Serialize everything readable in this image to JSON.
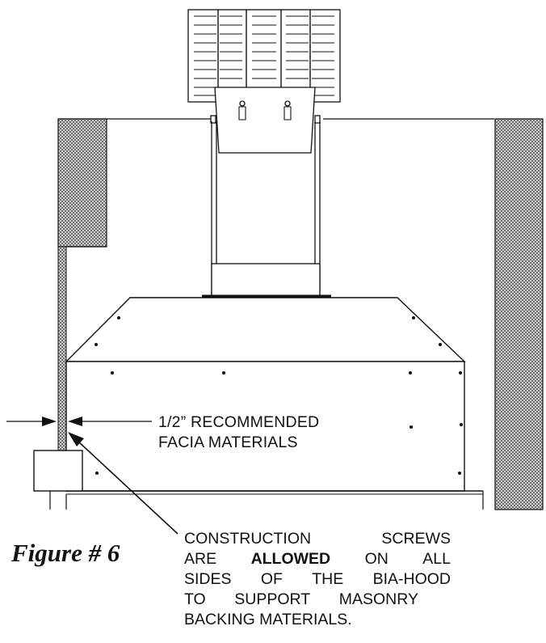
{
  "figure_label": "Figure # 6",
  "facia_note": {
    "line1": "1/2” RECOMMENDED",
    "line2": "FACIA MATERIALS"
  },
  "construction_note": {
    "line1_words": [
      "CONSTRUCTION",
      "SCREWS"
    ],
    "line2_words": [
      "ARE",
      "ALLOWED",
      "ON",
      "ALL"
    ],
    "line2_emphasis": "ALLOWED",
    "line3_words": [
      "SIDES",
      "OF",
      "THE",
      "BIA-HOOD"
    ],
    "line4_words": [
      "TO",
      "SUPPORT",
      "MASONRY"
    ],
    "line5": "BACKING MATERIALS."
  },
  "colors": {
    "line": "#111111",
    "hatch": "#8a8a8a",
    "paper": "#ffffff"
  },
  "icons": [
    "vent-cap-icon",
    "arrow-icon"
  ]
}
